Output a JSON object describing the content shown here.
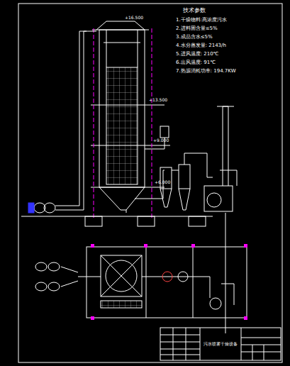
{
  "diagram": {
    "nodes": [
      {
        "text": [
          "污水喷雾干燥设备"
        ]
      }
    ],
    "labels": [
      "技术参数",
      "1.干燥物料:高浓度污水",
      "2.进料固含量≤5%",
      "3.成品含水≤5%",
      "4.水分蒸发量: 2143/h",
      "5.进风温度: 210℃",
      "6.出风温度: 91℃",
      "7.热源消耗功率: 194.7KW",
      "+16.500",
      "+13.500",
      "+9.000",
      "+6.000"
    ]
  }
}
